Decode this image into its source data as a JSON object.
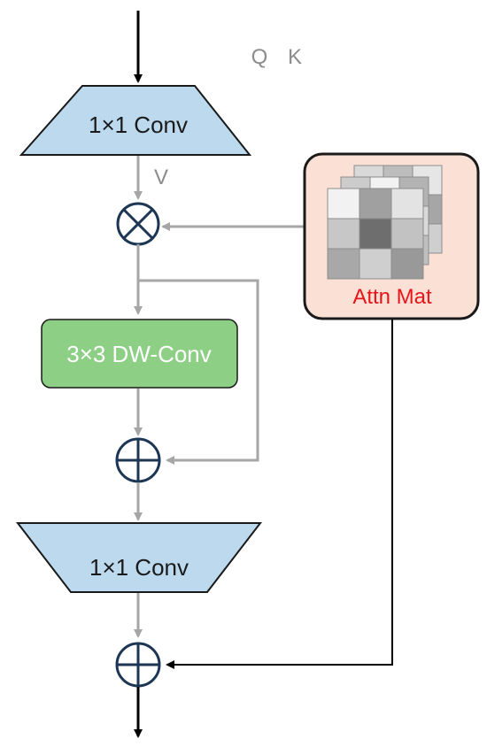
{
  "labels": {
    "top_conv": "1×1 Conv",
    "bottom_conv": "1×1 Conv",
    "dw_conv": "3×3 DW-Conv",
    "q": "Q",
    "k": "K",
    "v": "V",
    "attn": "Attn Mat"
  },
  "colors": {
    "conv_fill": "#bcd9ee",
    "dw_fill": "#8ecf86",
    "attn_bg": "#fbe1d5",
    "attn_text": "#e8141a",
    "gray_line": "#a6a6a6",
    "navy": "#1c3653"
  },
  "icons": {
    "multiply": "circled-times-icon",
    "add": "circled-plus-icon"
  }
}
